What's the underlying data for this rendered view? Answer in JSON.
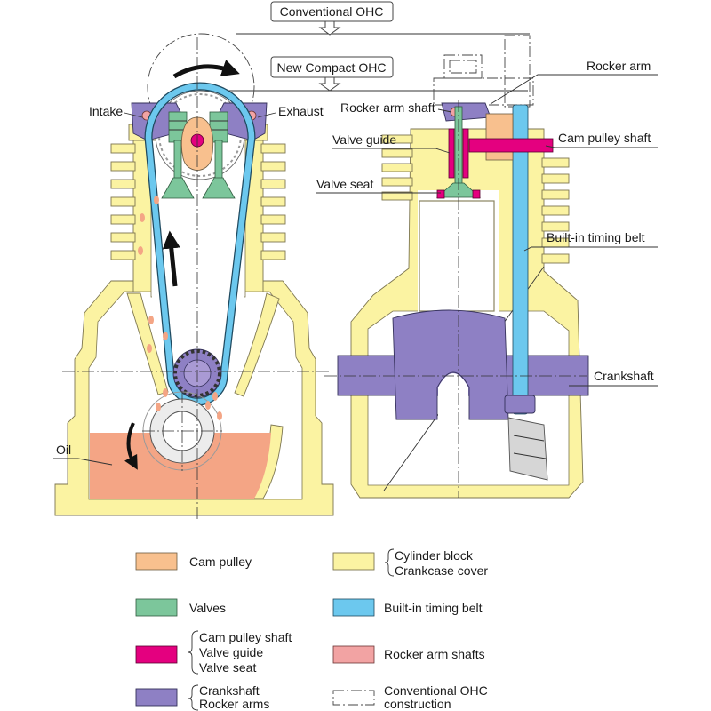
{
  "callouts": {
    "conventional_ohc": "Conventional OHC",
    "new_compact_ohc": "New Compact OHC"
  },
  "front_view": {
    "intake": "Intake",
    "exhaust": "Exhaust",
    "oil": "Oil"
  },
  "side_view": {
    "rocker_arm": "Rocker arm",
    "rocker_arm_shaft": "Rocker arm shaft",
    "valve_guide": "Valve guide",
    "cam_pulley_shaft": "Cam pulley shaft",
    "valve_seat": "Valve seat",
    "built_in_timing_belt": "Built-in timing belt",
    "crankshaft": "Crankshaft"
  },
  "legend": {
    "cam_pulley": [
      "Cam pulley"
    ],
    "cylinder_crankcase": [
      "Cylinder block",
      "Crankcase cover"
    ],
    "valves": [
      "Valves"
    ],
    "timing_belt": [
      "Built-in timing belt"
    ],
    "shaft_guide_seat": [
      "Cam pulley shaft",
      "Valve guide",
      "Valve seat"
    ],
    "rocker_arm_shafts": [
      "Rocker arm shafts"
    ],
    "crankshaft_rocker_arms": [
      "Crankshaft",
      "Rocker arms"
    ],
    "conventional_ohc_construction": [
      "Conventional OHC",
      "construction"
    ]
  },
  "colors": {
    "cylinder_block": "#FBF3A2",
    "cam_pulley": "#F8C08E",
    "valves": "#7CC69B",
    "cam_shaft_guide_seat": "#E4007F",
    "crankshaft_rocker_arms": "#8E80C4",
    "timing_belt": "#6CC8EE",
    "rocker_arm_shafts": "#F2A3A3",
    "oil": "#F4A585"
  }
}
